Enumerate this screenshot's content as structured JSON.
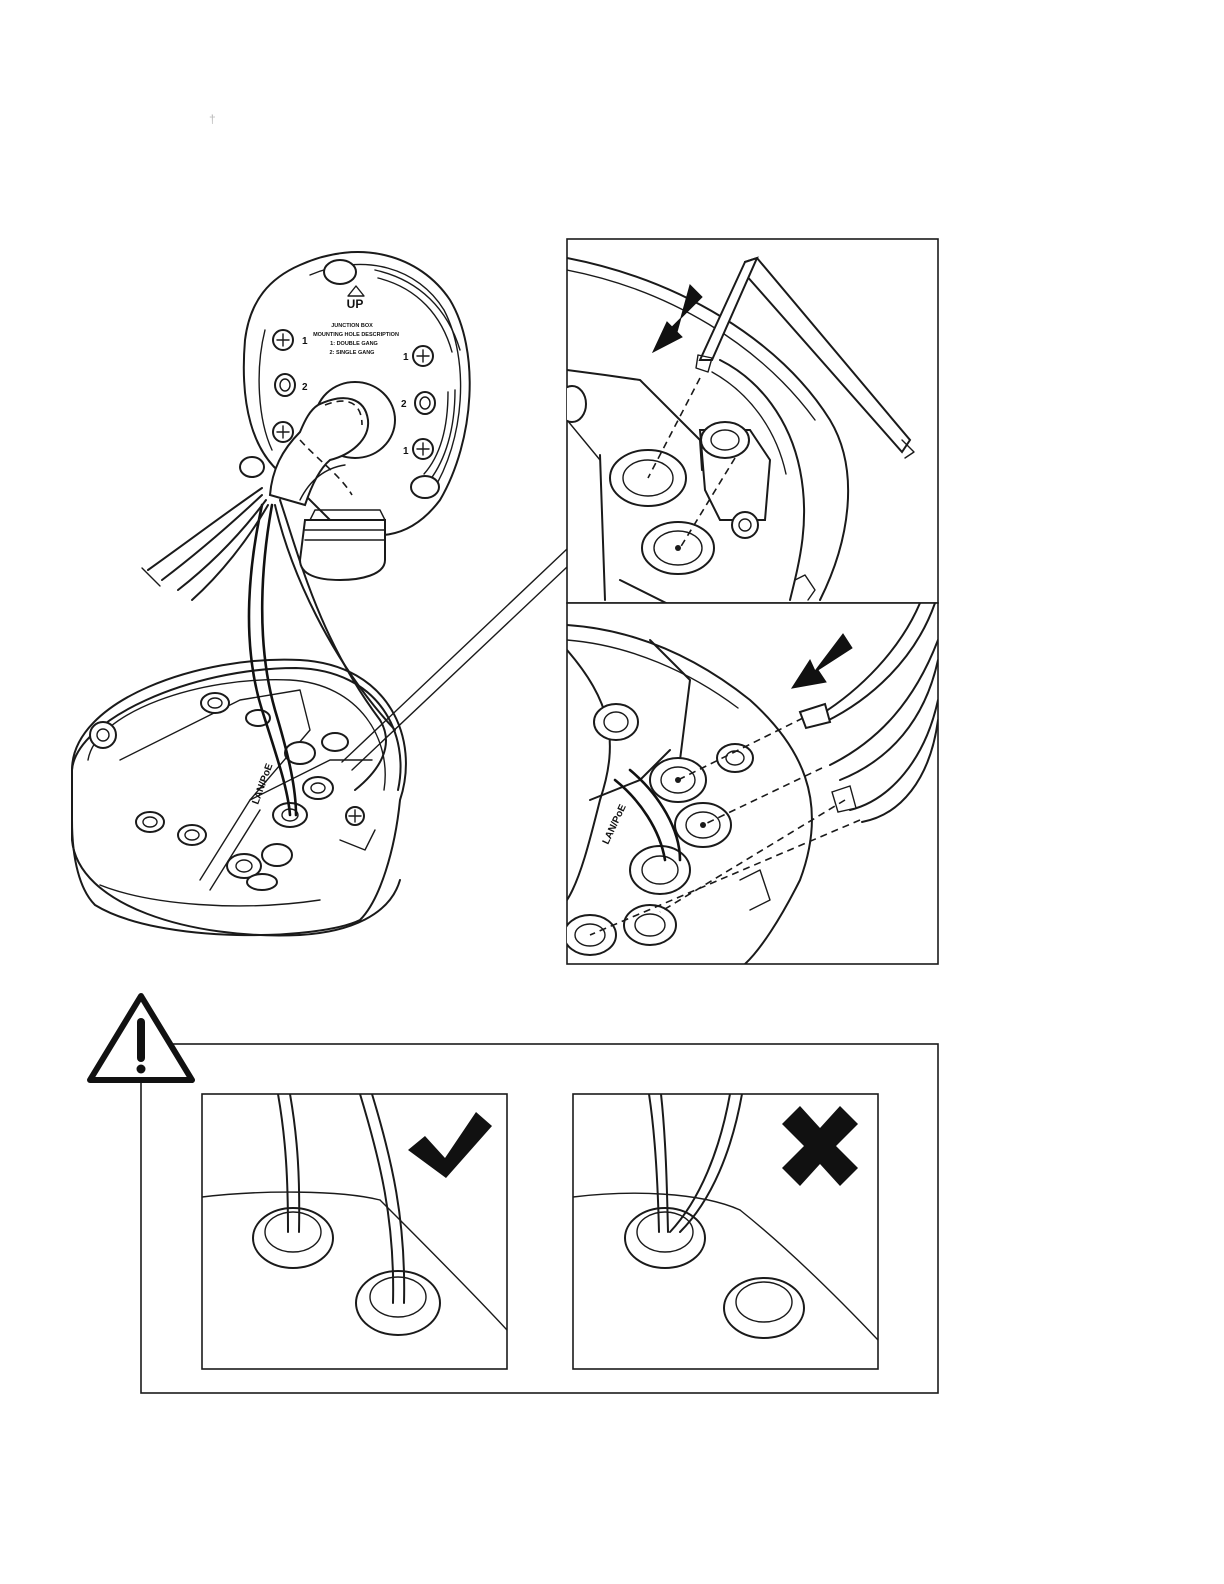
{
  "page_mark": "†",
  "mounting_plate": {
    "up_label": "UP",
    "text_lines": [
      "JUNCTION BOX",
      "MOUNTING HOLE DESCRIPTION",
      "1: DOUBLE GANG",
      "2: SINGLE GANG"
    ],
    "hole_label_1": "1",
    "hole_label_2": "2"
  },
  "junction_box": {
    "port_label": "LAN/PoE"
  },
  "caution_icon": "warning-triangle-icon",
  "correct_icon": "checkmark-icon",
  "incorrect_icon": "x-cross-icon"
}
